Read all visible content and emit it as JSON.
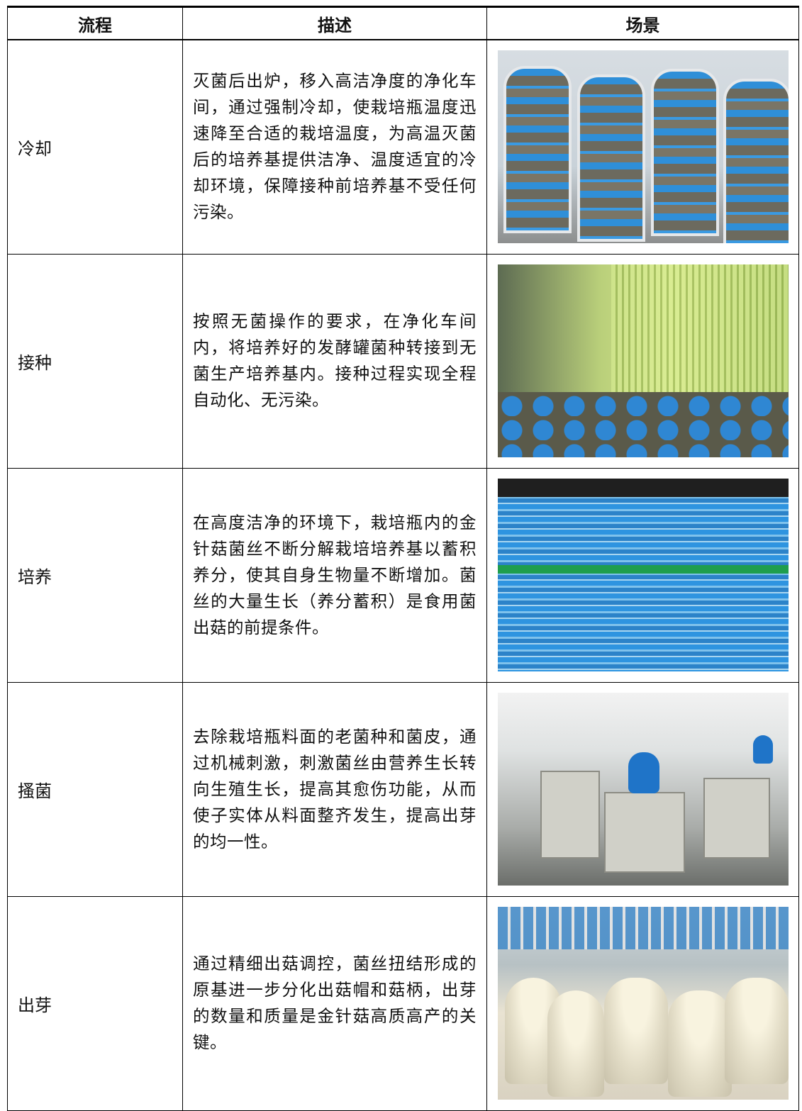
{
  "table": {
    "headers": [
      "流程",
      "描述",
      "场景"
    ],
    "rows": [
      {
        "step": "冷却",
        "description": "灭菌后出炉，移入高洁净度的净化车间，通过强制冷却，使栽培瓶温度迅速降至合适的栽培温度，为高温灭菌后的培养基提供洁净、温度适宜的冷却环境，保障接种前培养基不受任何污染。",
        "scene": "bottle-racks-photo"
      },
      {
        "step": "接种",
        "description": "按照无菌操作的要求，在净化车间内，将培养好的发酵罐菌种转接到无菌生产培养基内。接种过程实现全程自动化、无污染。",
        "scene": "inoculation-room-photo"
      },
      {
        "step": "培养",
        "description": "在高度洁净的环境下，栽培瓶内的金针菇菌丝不断分解栽培培养基以蓄积养分，使其自身生物量不断增加。菌丝的大量生长（养分蓄积）是食用菌出菇的前提条件。",
        "scene": "stacked-crates-photo"
      },
      {
        "step": "搔菌",
        "description": "去除栽培瓶料面的老菌种和菌皮，通过机械刺激，刺激菌丝由营养生长转向生殖生长，提高其愈伤功能，从而使子实体从料面整齐发生，提高出芽的均一性。",
        "scene": "scratching-machines-photo"
      },
      {
        "step": "出芽",
        "description": "通过精细出菇调控，菌丝扭结形成的原基进一步分化出菇帽和菇柄，出芽的数量和质量是金针菇高质高产的关键。",
        "scene": "enoki-sprouts-photo"
      }
    ]
  }
}
